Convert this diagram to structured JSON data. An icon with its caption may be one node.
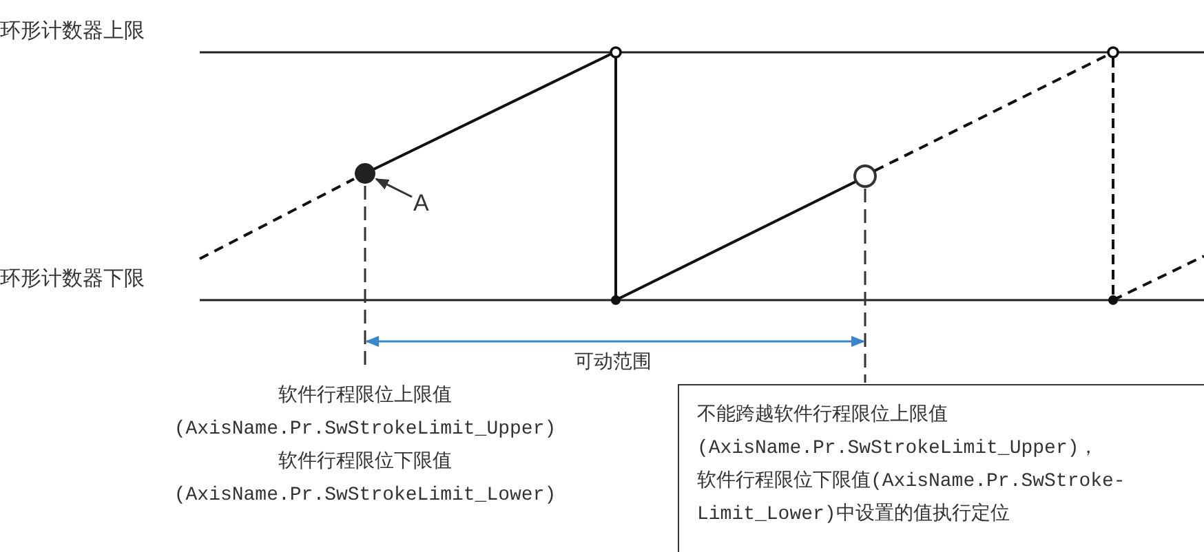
{
  "diagram": {
    "nodes": [
      {
        "text": [],
        "shape": "circle"
      },
      {
        "text": [
          "A"
        ]
      },
      {
        "text": [
          "不能跨越软件行程限位上限值(AxisName.Pr.SwStrokeLimit_Upper)，软件行程限位下限值(AxisName.Pr.SwStroke-Limit_Lower)中设置的值执行定位"
        ]
      }
    ],
    "edges": [
      {
        "from": 1,
        "to": 0,
        "arrow": "to"
      }
    ],
    "labels": [
      "环形计数器上限",
      "环形计数器下限",
      "可动范围",
      "软件行程限位上限值(AxisName.Pr.SwStrokeLimit_Upper)",
      "软件行程限位下限值(AxisName.Pr.SwStrokeLimit_Lower)"
    ]
  }
}
